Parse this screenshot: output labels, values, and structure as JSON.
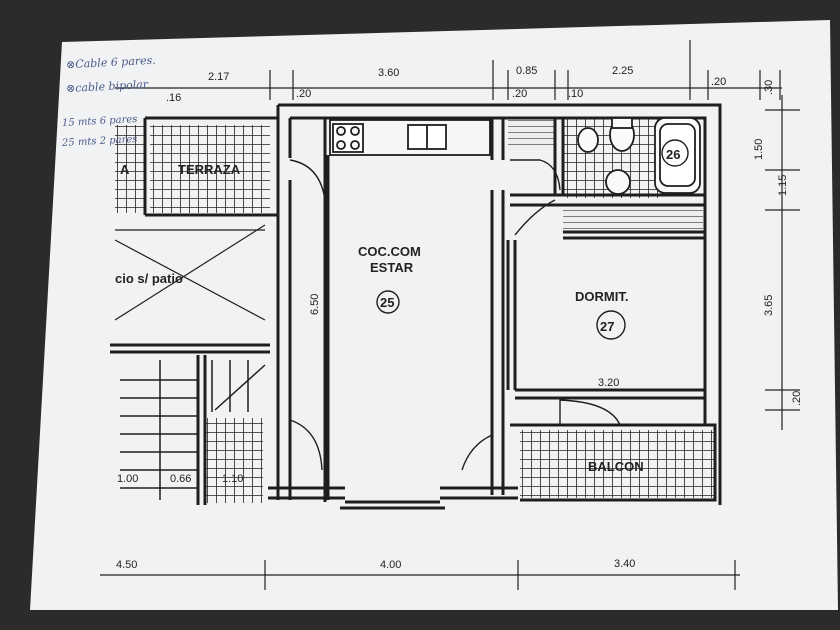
{
  "notes": {
    "line1": "⊗Cable 6 pares.",
    "line2": "⊗cable bipolar",
    "line3": "15 mts 6 pares",
    "line4": "25 mts 2 pares"
  },
  "rooms": {
    "terraza": "TERRAZA",
    "patio": "cio s/ patio",
    "cocina_line1": "COC.COM",
    "cocina_line2": "ESTAR",
    "cocina_num": "25",
    "dormit": "DORMIT.",
    "dormit_num": "27",
    "bath_num": "26",
    "balcon": "BALCON",
    "partial_a": "A"
  },
  "dims_top": [
    "2.17",
    ".16",
    ".20",
    "3.60",
    ".20",
    "0.85",
    ".10",
    "2.25",
    ".20",
    ".30"
  ],
  "dims_right": [
    "1.50",
    "1.15",
    "3.65",
    ".20"
  ],
  "dims_inner": {
    "kitchen_height": "6.50",
    "dormit_width": "3.20"
  },
  "dims_lower_left": [
    "1.00",
    "0.66",
    "1.10"
  ],
  "dims_bottom": [
    "4.50",
    "4.00",
    "3.40"
  ],
  "colors": {
    "paper": "#f1f2f4",
    "line": "#1e1e1e",
    "ink": "#4a5a8a",
    "background": "#2c2b29"
  }
}
